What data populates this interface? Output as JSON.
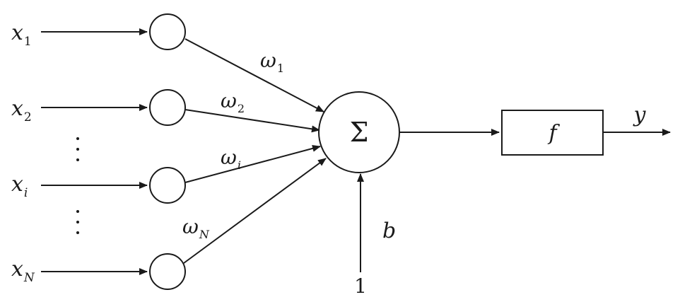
{
  "inputs": [
    {
      "base": "x",
      "sub": "1"
    },
    {
      "base": "x",
      "sub": "2"
    },
    {
      "base": "x",
      "sub": "i"
    },
    {
      "base": "x",
      "sub": "N"
    }
  ],
  "weights": [
    {
      "base": "ω",
      "sub": "1"
    },
    {
      "base": "ω",
      "sub": "2"
    },
    {
      "base": "ω",
      "sub": "i"
    },
    {
      "base": "ω",
      "sub": "N"
    }
  ],
  "summation": {
    "symbol": "Σ"
  },
  "bias": {
    "label": "b",
    "input_value": "1"
  },
  "activation": {
    "label": "f"
  },
  "output": {
    "label": "y"
  },
  "colors": {
    "stroke": "#1a1a1a",
    "background": "#ffffff"
  }
}
